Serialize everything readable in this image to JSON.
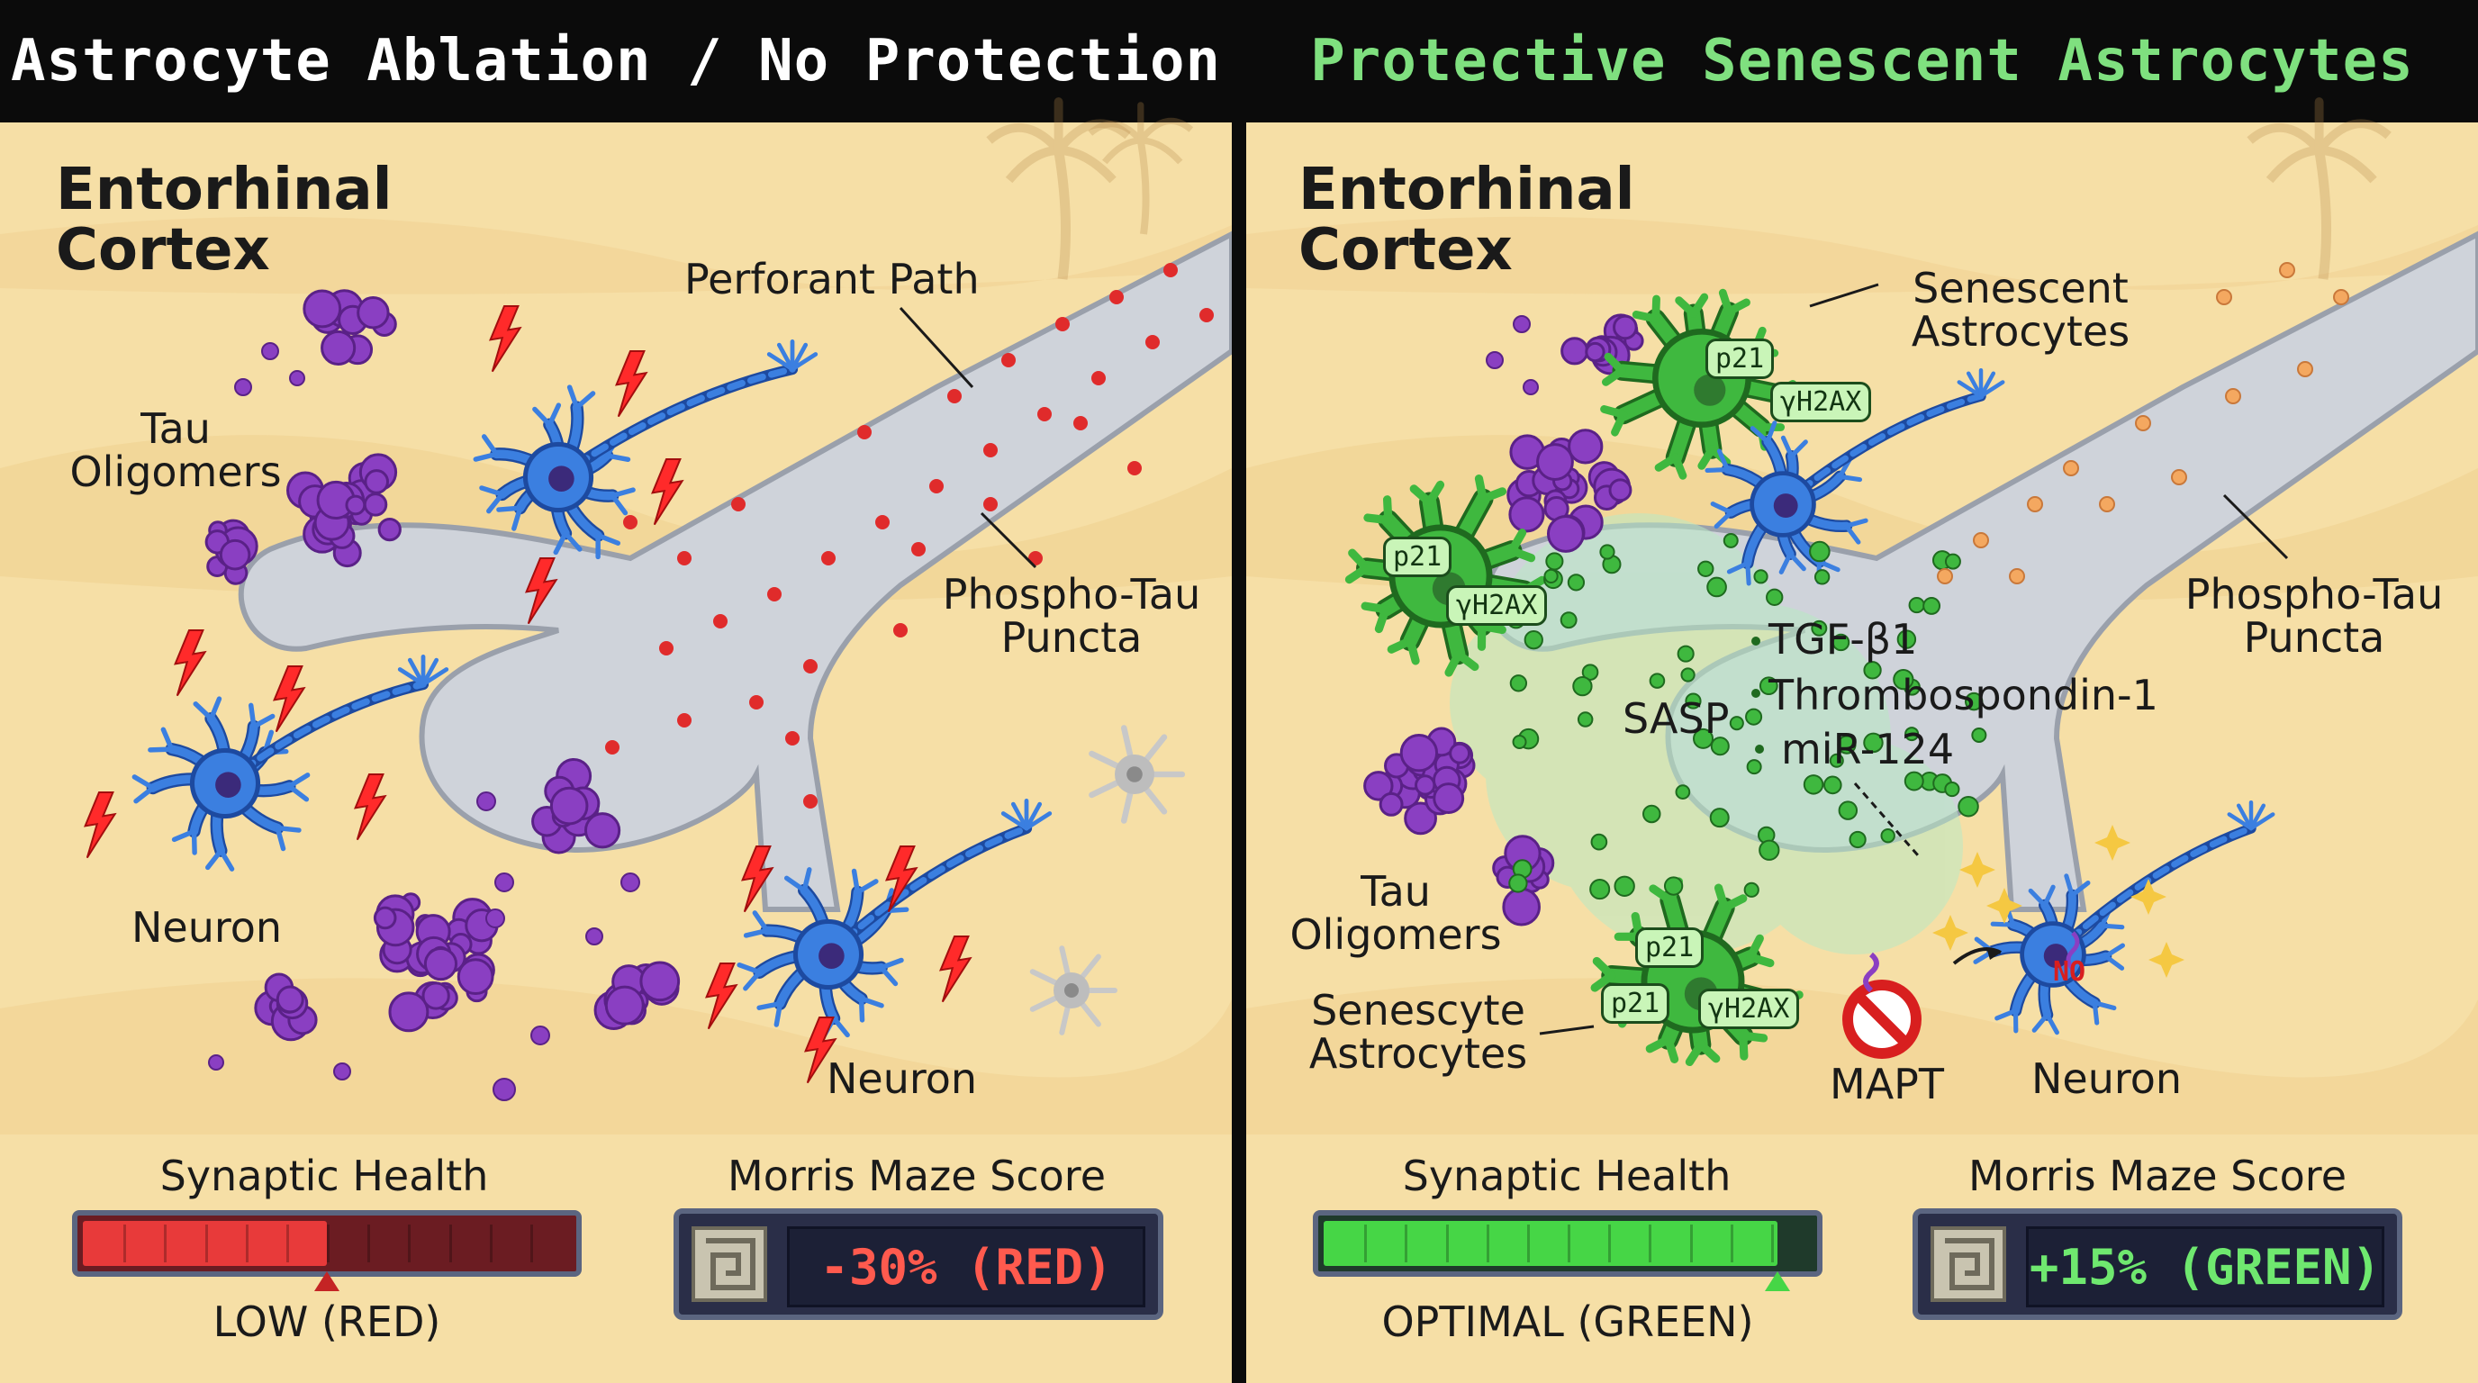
{
  "panels": {
    "left": {
      "header": "Astrocyte Ablation / No Protection",
      "region_label": "Entorhinal Cortex",
      "perforant_label": "Perforant Path",
      "tau_label": "Tau Oligomers",
      "phospho_label": "Phospho-Tau Puncta",
      "neuron_label_a": "Neuron",
      "neuron_label_b": "Neuron",
      "synaptic_title": "Synaptic Health",
      "synaptic_level": 0.5,
      "synaptic_status": "LOW (RED)",
      "maze_title": "Morris Maze Score",
      "maze_value": "-30% (RED)",
      "accent": "#e83a3a",
      "bar_fill_color": "#e83a3a",
      "bar_empty_color": "#6b1c22"
    },
    "right": {
      "header": "Protective Senescent Astrocytes",
      "region_label": "Entorhinal Cortex",
      "senescent_label_top": "Senescent Astrocytes",
      "senescent_label_bottom": "Senescyte Astrocytes",
      "tau_label": "Tau Oligomers",
      "phospho_label": "Phospho-Tau Puncta",
      "sasp_label": "SASP",
      "sasp_factors": [
        "TGF-β1",
        "Thrombospondin-1",
        "miR-124"
      ],
      "marker_p21": "p21",
      "marker_h2ax": "γH2AX",
      "mapt_label": "MAPT",
      "no_label": "NO",
      "neuron_label": "Neuron",
      "synaptic_title": "Synaptic Health",
      "synaptic_level": 0.93,
      "synaptic_status": "OPTIMAL (GREEN)",
      "maze_title": "Morris Maze Score",
      "maze_value": "+15% (GREEN)",
      "accent": "#5fe05f",
      "bar_fill_color": "#46d646",
      "bar_empty_color": "#1f3a2b"
    }
  },
  "colors": {
    "background": "#f6dfa6",
    "neuron": "#3b7fe0",
    "astrocyte": "#3fb83f",
    "tau": "#8a3fc2",
    "path": "#cfd3da"
  }
}
